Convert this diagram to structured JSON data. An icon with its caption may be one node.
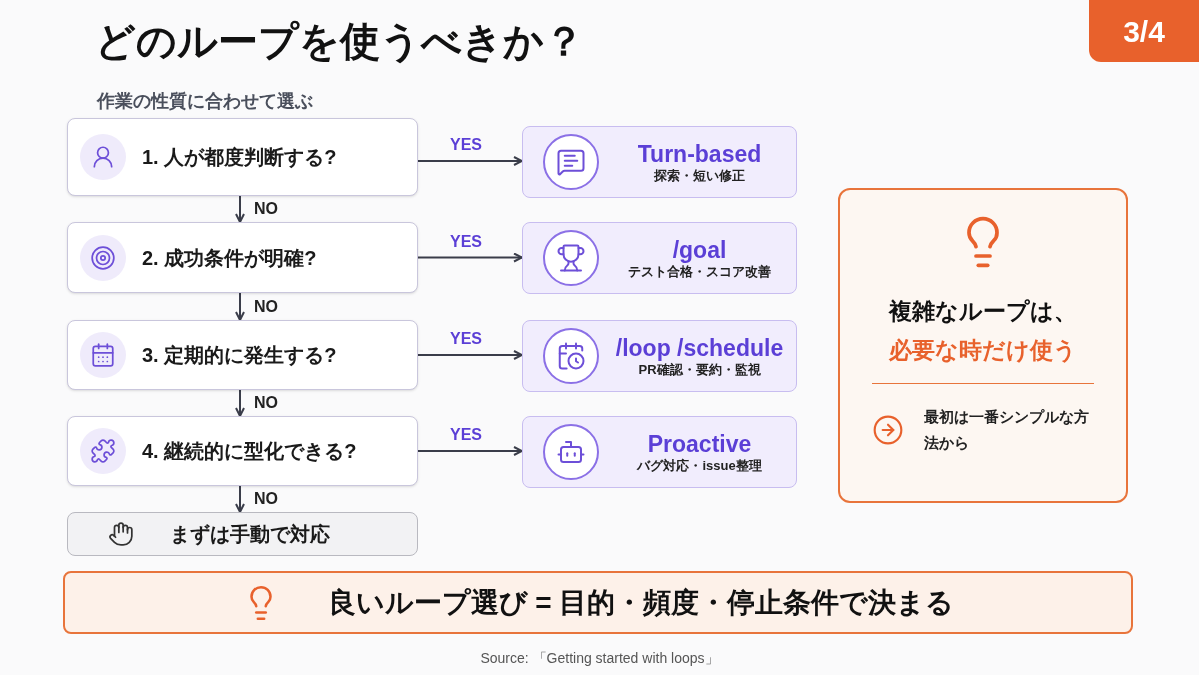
{
  "diagram": {
    "title": "どのループを使うべきか？",
    "caption": "Source: 「Getting started with loops」",
    "nodes": [
      {
        "text": [
          "1. 人が都度判断する?"
        ]
      },
      {
        "text": [
          "Turn-based",
          "探索・短い修正"
        ]
      },
      {
        "text": [
          "2. 成功条件が明確?"
        ]
      },
      {
        "text": [
          "/goal",
          "テスト合格・スコア改善"
        ]
      },
      {
        "text": [
          "3. 定期的に発生する?"
        ]
      },
      {
        "text": [
          "/loop /schedule",
          "PR確認・要約・監視"
        ]
      },
      {
        "text": [
          "4. 継続的に型化できる?"
        ]
      },
      {
        "text": [
          "Proactive",
          "バグ対応・issue整理"
        ]
      },
      {
        "text": [
          "まずは手動で対応"
        ]
      },
      {
        "text": [
          "複雑なループは、",
          "必要な時だけ使う",
          "最初は一番シンプルな方法から"
        ]
      },
      {
        "text": [
          "良いループ選び = **目的・頻度・停止条件**で決まる"
        ]
      }
    ],
    "edges": [
      {
        "from": 0,
        "to": 1,
        "arrow": "to",
        "label": "YES"
      },
      {
        "from": 0,
        "to": 2,
        "arrow": "to",
        "label": "NO"
      },
      {
        "from": 2,
        "to": 3,
        "arrow": "to",
        "label": "YES"
      },
      {
        "from": 2,
        "to": 4,
        "arrow": "to",
        "label": "NO"
      },
      {
        "from": 4,
        "to": 5,
        "arrow": "to",
        "label": "YES"
      },
      {
        "from": 4,
        "to": 6,
        "arrow": "to",
        "label": "NO"
      },
      {
        "from": 6,
        "to": 7,
        "arrow": "to",
        "label": "YES"
      },
      {
        "from": 6,
        "to": 8,
        "arrow": "to",
        "label": "NO"
      }
    ],
    "labels": [
      "3/4",
      "作業の性質に合わせて選ぶ"
    ]
  }
}
